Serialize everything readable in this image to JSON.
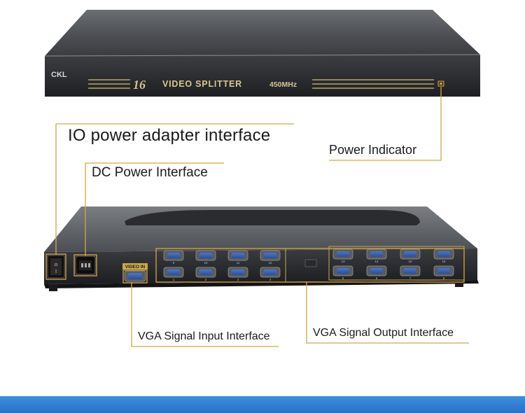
{
  "photo": {
    "front_panel": {
      "brand_logo": "CKL",
      "model_number": "16",
      "product_name": "VIDEO SPLITTER",
      "frequency": "450MHz"
    },
    "rear_panel": {
      "video_in_tag": "VIDEO IN",
      "output_top_row": [
        "9",
        "10",
        "11",
        "12",
        "13",
        "14",
        "15",
        "16"
      ],
      "output_bottom_row": [
        "1",
        "2",
        "3",
        "4",
        "5",
        "6",
        "7",
        "8"
      ]
    }
  },
  "callouts": {
    "io_power_adapter": "IO power adapter interface",
    "dc_power": "DC Power Interface",
    "power_indicator": "Power Indicator",
    "vga_input": "VGA Signal Input Interface",
    "vga_output": "VGA Signal Output Interface"
  },
  "colors": {
    "callout_line": "#d9a441",
    "footer_bar": "#3080d8"
  }
}
